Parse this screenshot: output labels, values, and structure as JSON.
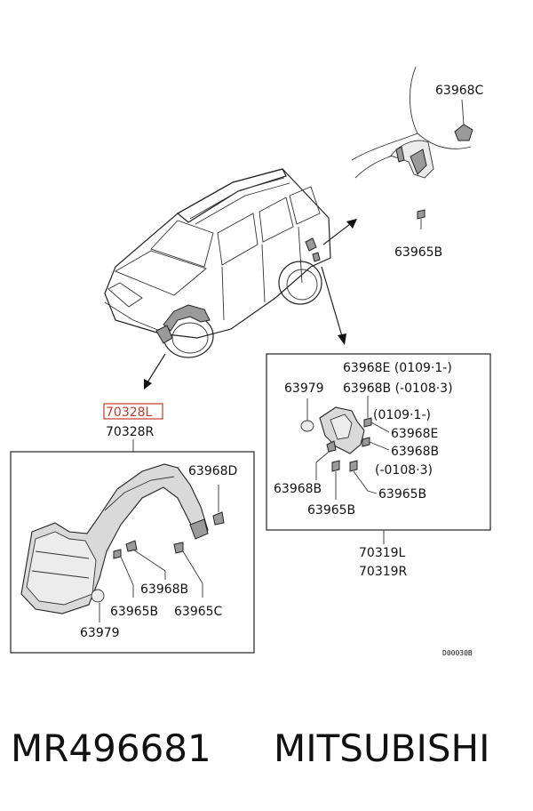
{
  "diagram": {
    "callouts": {
      "c63968C": "63968C",
      "c63965B_top": "63965B",
      "c70328L": "70328L",
      "c70328R": "70328R",
      "c63968D": "63968D",
      "c63968B_left": "63968B",
      "c63965B_left": "63965B",
      "c63965C": "63965C",
      "c63979_left": "63979",
      "c63968E_range": "63968E (0109·1-)",
      "c63979_right": "63979",
      "c63968B_range": "63968B (-0108·3)",
      "c0109_range": "(0109·1-)",
      "c63968E_right": "63968E",
      "c63968B_right": "63968B",
      "c0108_range": "(-0108·3)",
      "c63968B_low": "63968B",
      "c63965B_right": "63965B",
      "c63965B_low": "63965B",
      "c70319L": "70319L",
      "c70319R": "70319R",
      "drawing_code": "D00030B"
    },
    "highlight_color": "#c0392b"
  },
  "footer": {
    "part_number": "MR496681",
    "brand": "MITSUBISHI"
  }
}
